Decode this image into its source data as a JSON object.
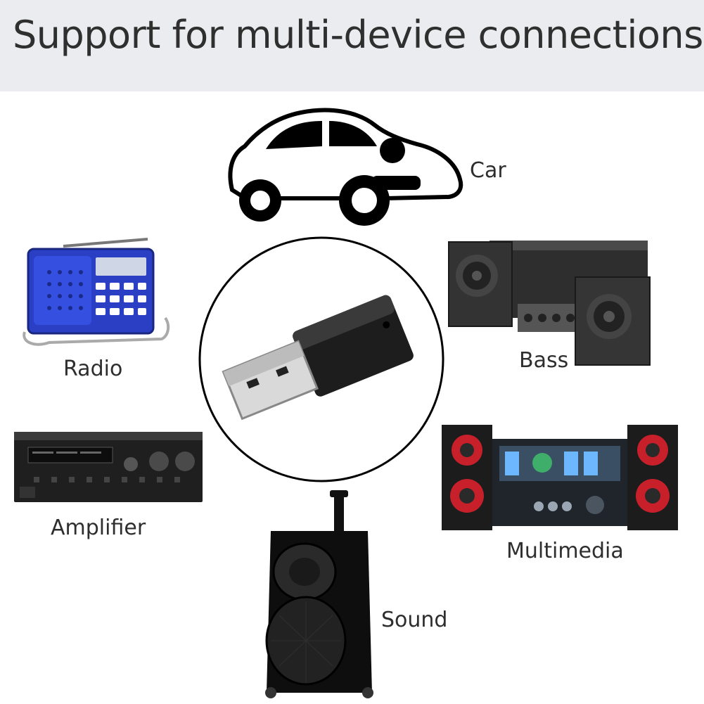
{
  "header": {
    "title": "Support for multi-device connections"
  },
  "devices": {
    "car": {
      "label": "Car",
      "icon": "car-icon"
    },
    "radio": {
      "label": "Radio",
      "icon": "radio-icon"
    },
    "bass": {
      "label": "Bass",
      "icon": "bass-speakers-icon"
    },
    "amplifier": {
      "label": "Amplifier",
      "icon": "amplifier-icon"
    },
    "multimedia": {
      "label": "Multimedia",
      "icon": "multimedia-system-icon"
    },
    "sound": {
      "label": "Sound",
      "icon": "trolley-speaker-icon"
    }
  },
  "center": {
    "icon": "usb-bluetooth-dongle-icon"
  },
  "colors": {
    "banner": "#eaecef",
    "text": "#2f2f2f",
    "radio_blue": "#2a3fc4",
    "speaker_red": "#c8202a"
  }
}
